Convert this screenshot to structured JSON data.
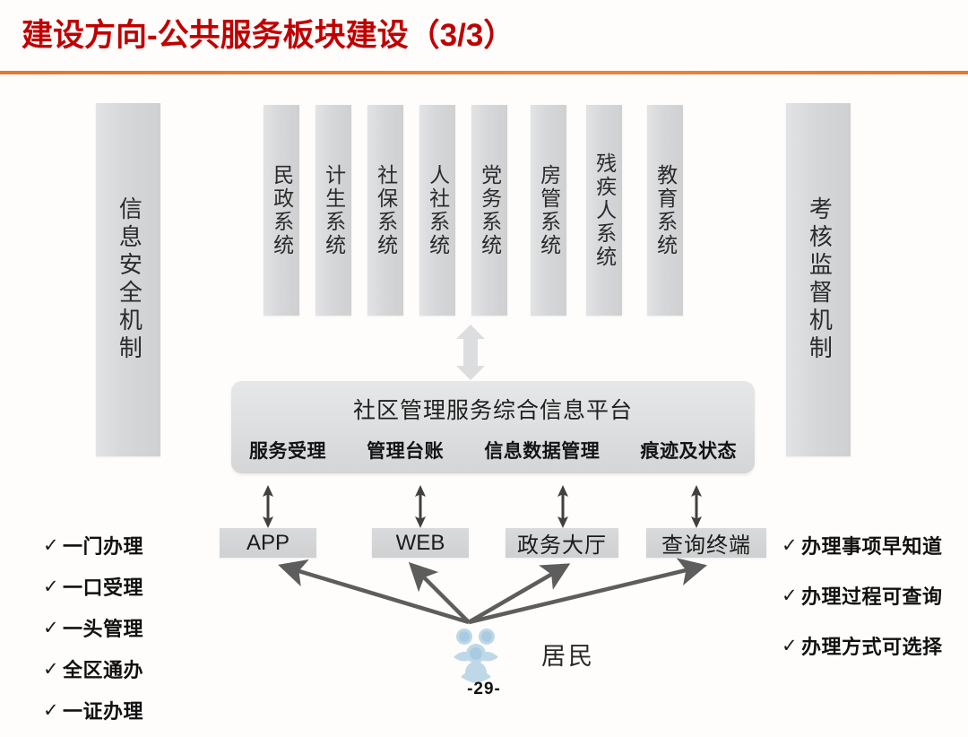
{
  "slide": {
    "title": "建设方向-公共服务板块建设（3/3）",
    "page_number": "-29-",
    "accent_color": "#e8762c",
    "title_color": "#c00000"
  },
  "pillars": {
    "left": {
      "label": "信息安全机制",
      "name": "information-security-mechanism"
    },
    "right": {
      "label": "考核监督机制",
      "name": "assessment-supervision-mechanism"
    }
  },
  "systems": [
    {
      "label": "民政系统"
    },
    {
      "label": "计生系统"
    },
    {
      "label": "社保系统"
    },
    {
      "label": "人社系统"
    },
    {
      "label": "党务系统"
    },
    {
      "label": "房管系统"
    },
    {
      "label": "残疾人系统"
    },
    {
      "label": "教育系统"
    }
  ],
  "platform": {
    "title": "社区管理服务综合信息平台",
    "modules": [
      {
        "label": "服务受理"
      },
      {
        "label": "管理台账"
      },
      {
        "label": "信息数据管理"
      },
      {
        "label": "痕迹及状态"
      }
    ]
  },
  "channels": [
    {
      "label": "APP",
      "cn": false
    },
    {
      "label": "WEB",
      "cn": false
    },
    {
      "label": "政务大厅",
      "cn": true
    },
    {
      "label": "查询终端",
      "cn": true
    }
  ],
  "resident": {
    "label": "居民",
    "icon": "people-group-icon"
  },
  "benefits_left": {
    "check_glyph": "✓",
    "items": [
      {
        "label": "一门办理"
      },
      {
        "label": "一口受理"
      },
      {
        "label": "一头管理"
      },
      {
        "label": "全区通办"
      },
      {
        "label": "一证办理"
      }
    ]
  },
  "benefits_right": {
    "check_glyph": "✓",
    "items": [
      {
        "label": "办理事项早知道"
      },
      {
        "label": "办理过程可查询"
      },
      {
        "label": "办理方式可选择"
      }
    ]
  }
}
